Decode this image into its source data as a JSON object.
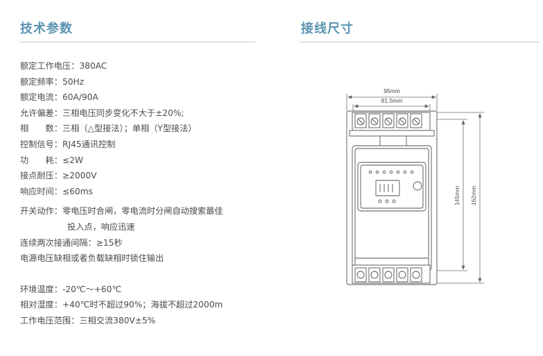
{
  "left_title": "技术参数",
  "right_title": "接线尺寸",
  "specs": [
    {
      "label": "额定工作电压",
      "value": "380AC"
    },
    {
      "label": "额定频率",
      "value": "50Hz"
    },
    {
      "label": "额定电流",
      "value": "60A/90A"
    },
    {
      "label": "允许偏差",
      "value": "三相电压同步变化不大于±20%;"
    },
    {
      "label": "相　　数",
      "value": "三相（△型接法）；单相（Y型接法）"
    },
    {
      "label": "控制信号",
      "value": "RJ45通讯控制"
    },
    {
      "label": "功　　耗",
      "value": "≤2W"
    },
    {
      "label": "接点耐压",
      "value": "≥2000V"
    },
    {
      "label": "响应时间",
      "value": "≤60ms"
    },
    {
      "label": "开关动作",
      "value": "零电压时合闸，零电流时分闸自动搜索最佳",
      "cont": "投入点，响应迅速"
    },
    {
      "label": "连续两次接通间隔",
      "value": "≥15秒"
    },
    {
      "text": "电源电压缺相或者负载缺相时锁住输出"
    },
    {
      "label": "环境温度",
      "value": "-20℃～+60℃"
    },
    {
      "label": "相对湿度",
      "value": "+40℃时不超过90%；海拔不超过2000m"
    },
    {
      "label": "工作电压范围",
      "value": "三相交流380V±5%"
    }
  ],
  "colon": "：",
  "dimensions": {
    "width_outer": "95mm",
    "width_inner": "81.5mm",
    "height_inner": "145mm",
    "height_outer": "162mm"
  }
}
